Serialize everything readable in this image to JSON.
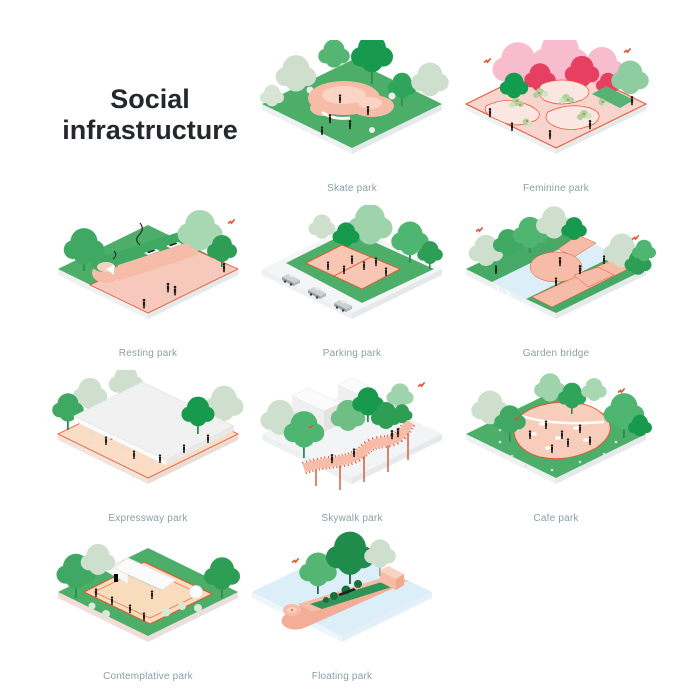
{
  "title": {
    "line1": "Social",
    "line2": "infrastructure"
  },
  "items": [
    {
      "id": "skate-park",
      "label": "Skate park",
      "row": 1,
      "col": 2
    },
    {
      "id": "feminine-park",
      "label": "Feminine park",
      "row": 1,
      "col": 3
    },
    {
      "id": "resting-park",
      "label": "Resting park",
      "row": 2,
      "col": 1
    },
    {
      "id": "parking-park",
      "label": "Parking park",
      "row": 2,
      "col": 2
    },
    {
      "id": "garden-bridge",
      "label": "Garden bridge",
      "row": 2,
      "col": 3
    },
    {
      "id": "expressway-park",
      "label": "Expressway park",
      "row": 3,
      "col": 1
    },
    {
      "id": "skywalk-park",
      "label": "Skywalk park",
      "row": 3,
      "col": 2
    },
    {
      "id": "cafe-park",
      "label": "Cafe park",
      "row": 3,
      "col": 3
    },
    {
      "id": "contemplative-park",
      "label": "Contemplative park",
      "row": 4,
      "col": 1
    },
    {
      "id": "floating-park",
      "label": "Floating park",
      "row": 4,
      "col": 2
    }
  ],
  "icons": [
    "tree-icon",
    "person-icon",
    "bird-icon",
    "car-icon"
  ],
  "palette": {
    "grass_green": "#4CAE68",
    "tree_dark": "#179A4D",
    "tree_mid": "#4FB671",
    "tree_mint": "#9ED3AC",
    "tree_pale": "#CFDFCE",
    "tree_pink": "#F7BCCD",
    "tree_crimson": "#E73F62",
    "salmon": "#F7BCA7",
    "salmon_light": "#F9D2C2",
    "peach_ground": "#FBDCC4",
    "pink_ground": "#F9D4CD",
    "red_outline": "#E8512F",
    "water_blue": "#DCEEF8",
    "label_gray": "#8C9EA6",
    "title_dark": "#24282C",
    "people_black": "#1F1F1F"
  }
}
